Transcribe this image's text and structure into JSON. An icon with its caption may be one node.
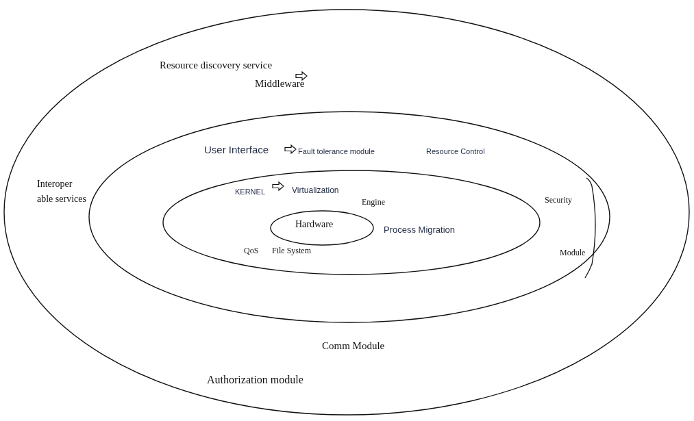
{
  "diagram": {
    "nodes": [
      {
        "text": [
          "Resource discovery service",
          "Middleware",
          "Interoper able services",
          "Authorization module"
        ]
      },
      {
        "text": [
          "User Interface",
          "Fault tolerance module",
          "Resource Control",
          "Security",
          "Module",
          "Comm Module"
        ],
        "in": 0
      },
      {
        "text": [
          "KERNEL",
          "Virtualization",
          "Engine",
          "Process Migration",
          "QoS",
          "File System"
        ],
        "in": 1
      },
      {
        "text": [
          "Hardware"
        ],
        "in": 2
      }
    ]
  }
}
